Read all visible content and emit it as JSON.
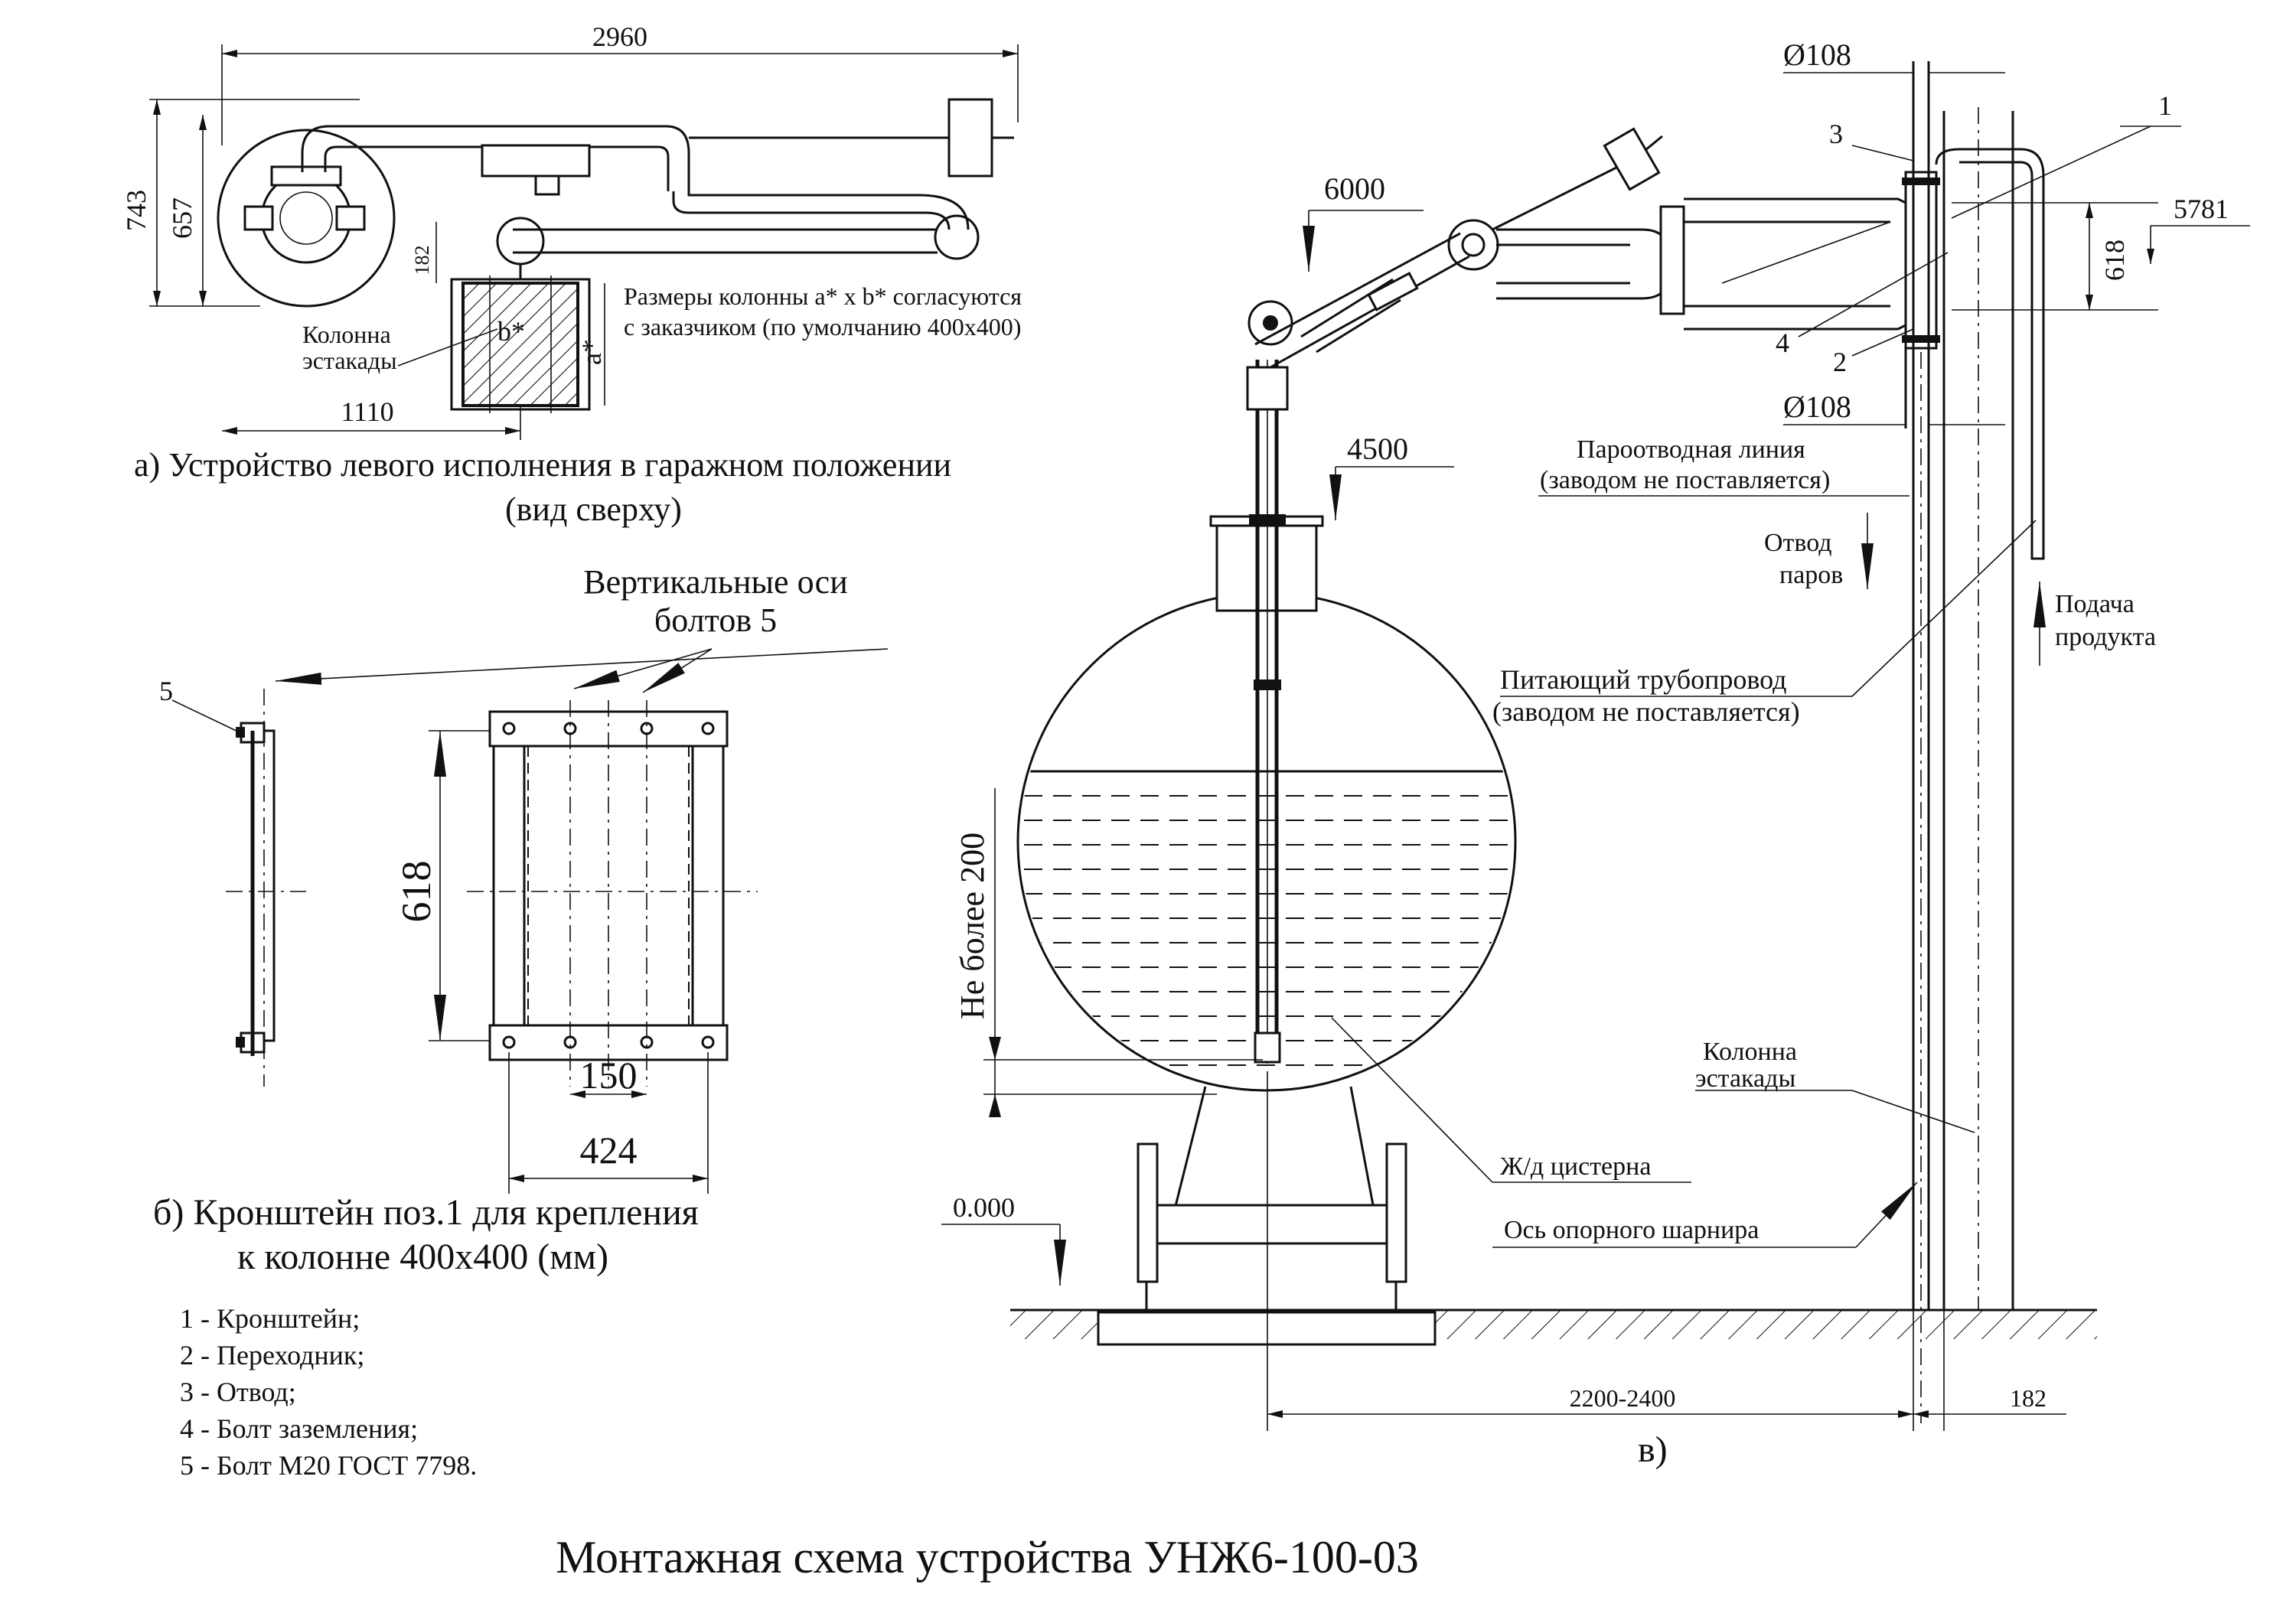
{
  "title": "Монтажная схема устройства УНЖ6-100-03",
  "view_a": {
    "caption_line1": "а) Устройство левого исполнения в гаражном положении",
    "caption_line2": "(вид сверху)",
    "dims": {
      "length": "2960",
      "h1": "743",
      "h2": "657",
      "w1": "1110",
      "d182": "182"
    },
    "column_label_1": "Колонна",
    "column_label_2": "эстакады",
    "note_1": "Размеры колонны a* x  b* согласуются",
    "note_2": "с заказчиком (по умолчанию 400х400)",
    "mark_a": "а*",
    "mark_b": "b*"
  },
  "view_b": {
    "caption_line1": "б) Кронштейн поз.1 для крепления",
    "caption_line2": "к колонне 400х400 (мм)",
    "axes_label_1": "Вертикальные оси",
    "axes_label_2": "болтов 5",
    "bolt_mark": "5",
    "dims": {
      "height": "618",
      "inner": "150",
      "outer": "424"
    }
  },
  "legend": [
    "1 - Кронштейн;",
    "2 - Переходник;",
    "3 - Отвод;",
    "4 - Болт заземления;",
    "5 - Болт М20 ГОСТ 7798."
  ],
  "view_c": {
    "caption": "в)",
    "elev_6000": "6000",
    "elev_4500": "4500",
    "elev_5781": "5781",
    "elev_0": "0.000",
    "dia_top": "Ø108",
    "dia_mid": "Ø108",
    "dim_618": "618",
    "dim_span": "2200-2400",
    "dim_182": "182",
    "not_more": "Не более 200",
    "pos": [
      "1",
      "2",
      "3",
      "4"
    ],
    "vapor_line_1": "Пароотводная линия",
    "vapor_line_2": "(заводом не поставляется)",
    "vapor_out_1": "Отвод",
    "vapor_out_2": "паров",
    "feed_1": "Подача",
    "feed_2": "продукта",
    "supply_1": "Питающий трубопровод",
    "supply_2": "(заводом не поставляется)",
    "column_1": "Колонна",
    "column_2": "эстакады",
    "tank": "Ж/д цистерна",
    "hinge_axis": "Ось опорного шарнира"
  }
}
